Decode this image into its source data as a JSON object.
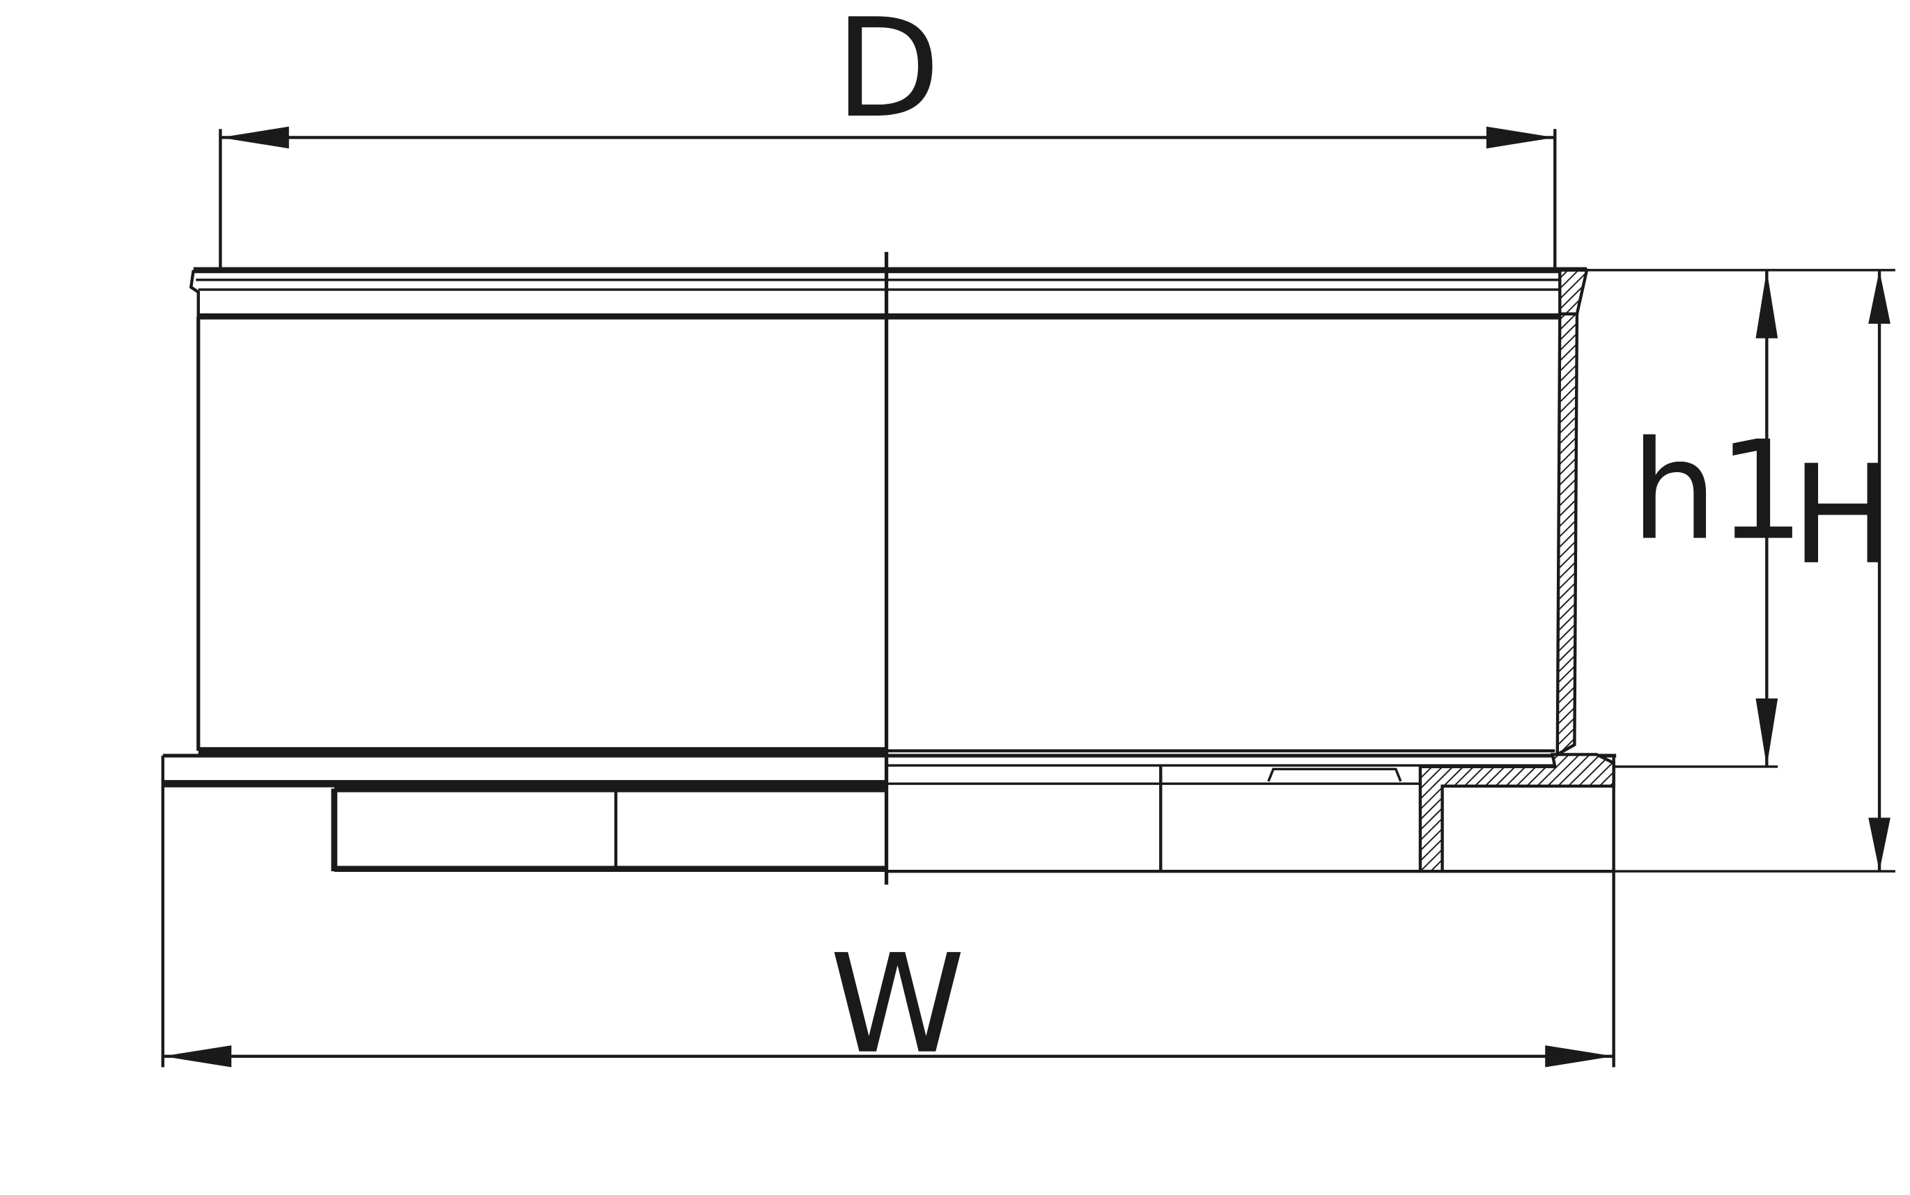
{
  "diagram": {
    "colors": {
      "stroke": "#1a1a1a",
      "background": "#ffffff",
      "hatch": "#1a1a1a"
    },
    "dimensions": {
      "diameter_label": "D",
      "width_label": "W",
      "height_label": "H",
      "inner_height_label": "h1"
    }
  }
}
